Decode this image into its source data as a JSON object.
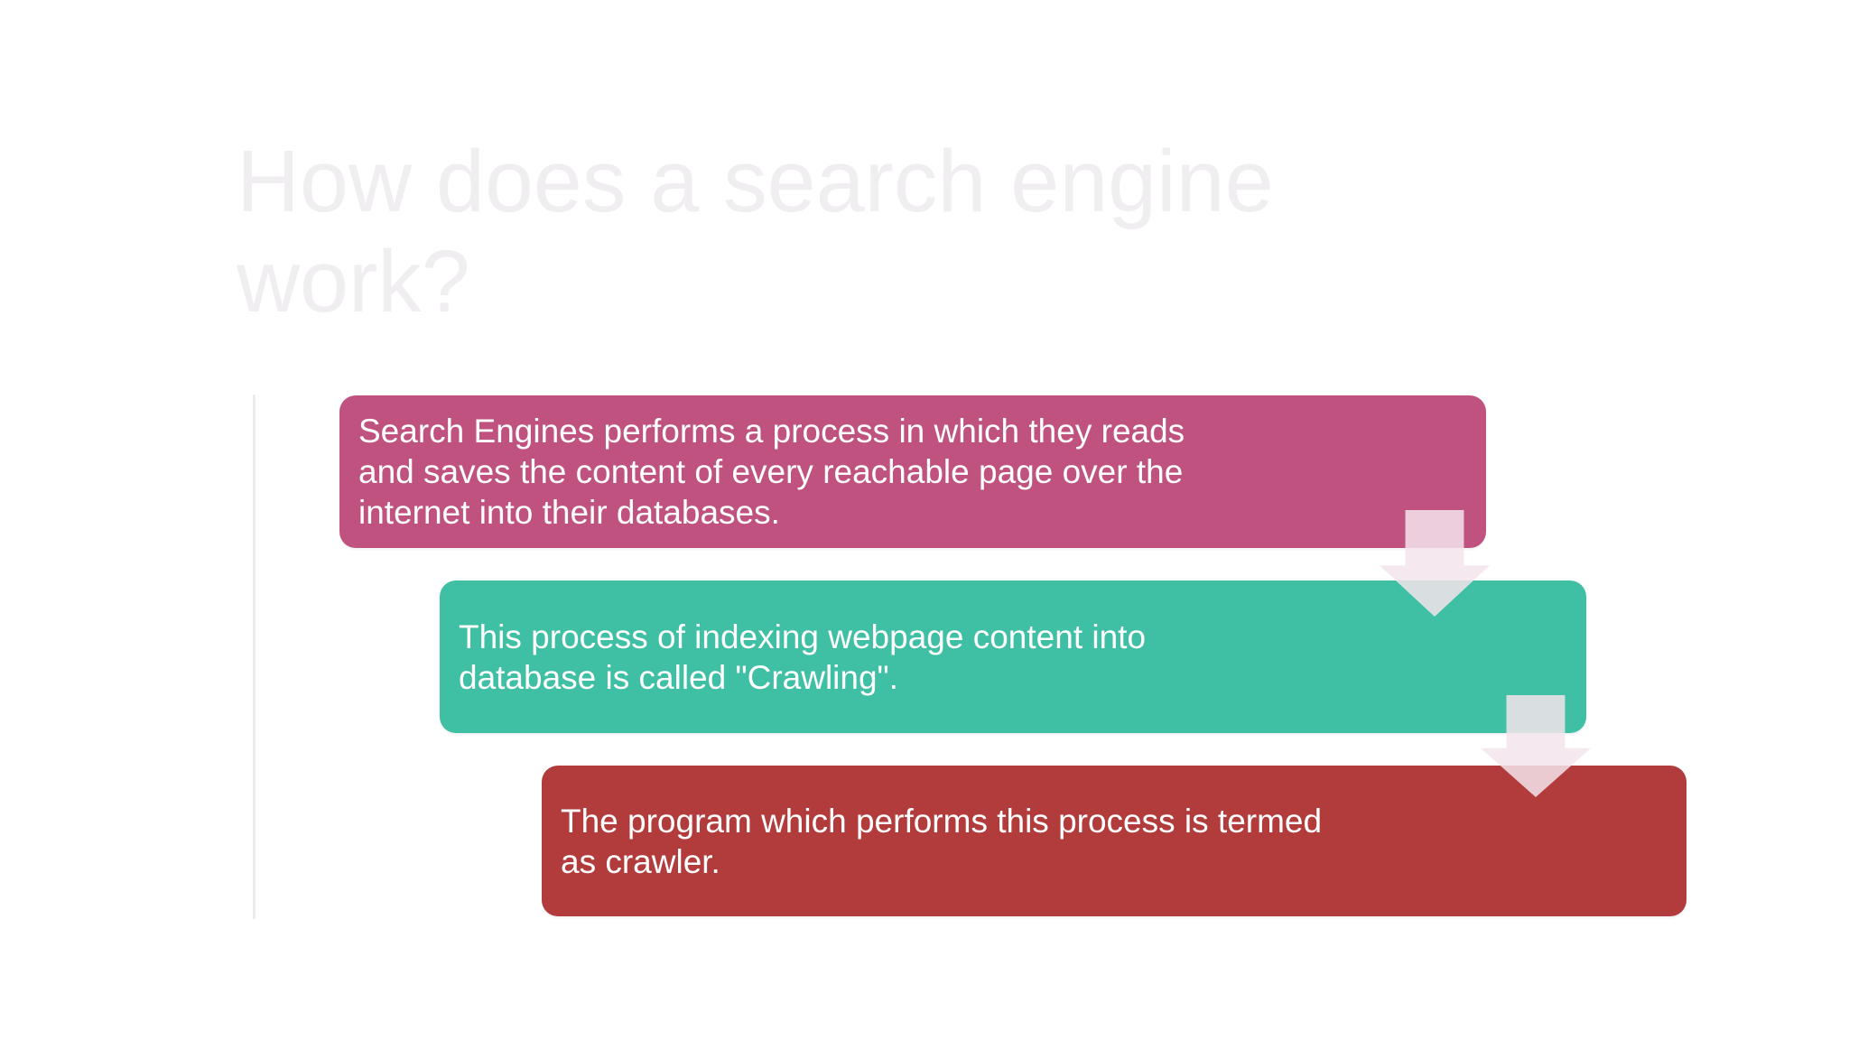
{
  "slide": {
    "title": "How does a search engine work?",
    "background_color": "#ffffff",
    "title_color": "#f0eef0",
    "guide_line_color": "#ececec"
  },
  "flow": {
    "steps": [
      {
        "name": "crawl-read-save",
        "color": "#c0527f",
        "text_color": "#ffffff",
        "lines": [
          "Search Engines performs a process in which they reads",
          "and saves the content of every reachable page over the",
          "internet into their databases."
        ]
      },
      {
        "name": "crawling-definition",
        "color": "#3fbfa3",
        "text_color": "#ffffff",
        "lines": [
          "This process of indexing webpage content into",
          "database is called \"Crawling\"."
        ]
      },
      {
        "name": "crawler-definition",
        "color": "#b23c3c",
        "text_color": "#ffffff",
        "lines": [
          "The program which performs this process is termed",
          "as crawler."
        ]
      }
    ],
    "arrows": {
      "glyph": "down-block-arrow",
      "color": "rgba(245, 228, 236, 0.85)",
      "count": 2
    }
  }
}
